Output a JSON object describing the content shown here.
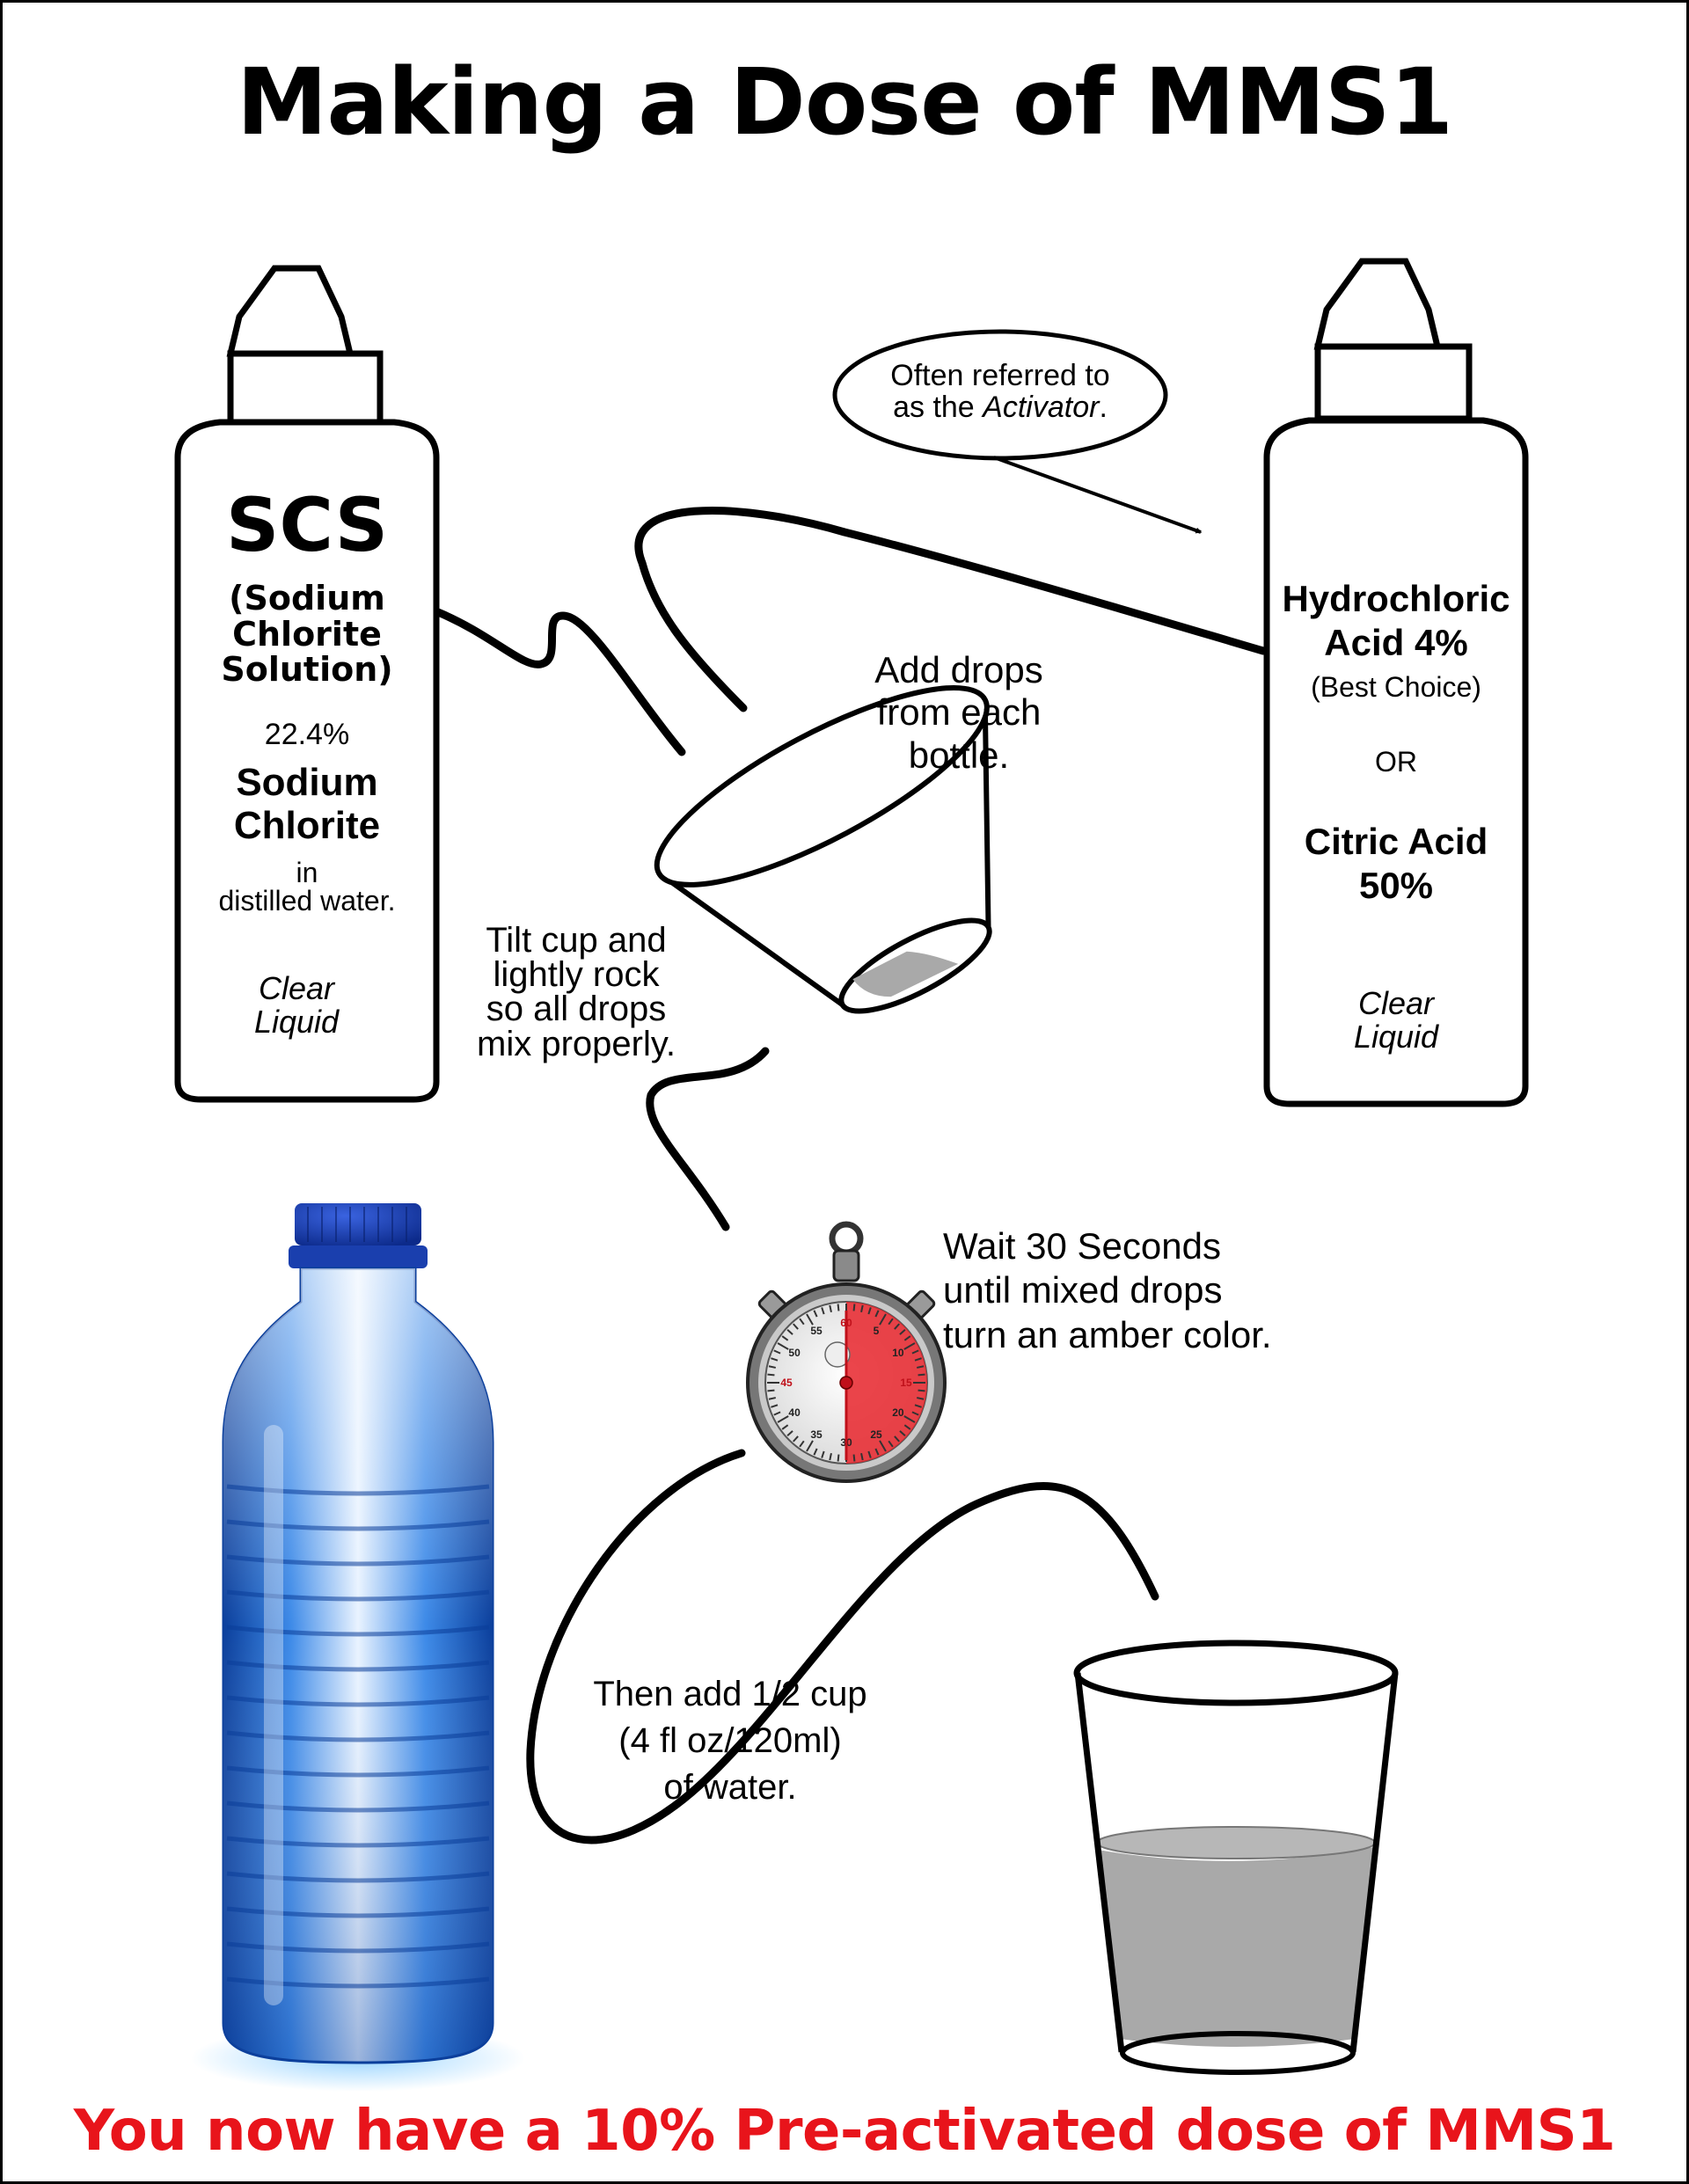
{
  "title": "Making a Dose of MMS1",
  "left_bottle": {
    "acronym": "SCS",
    "name": "(Sodium Chlorite Solution)",
    "name_line1": "(Sodium",
    "name_line2": "Chlorite",
    "name_line3": "Solution)",
    "concentration": "22.4%",
    "compound_line1": "Sodium",
    "compound_line2": "Chlorite",
    "solvent_line1": "in",
    "solvent_line2": "distilled water.",
    "appearance_line1": "Clear",
    "appearance_line2": "Liquid"
  },
  "right_bottle": {
    "option1_line1": "Hydrochloric",
    "option1_line2": "Acid 4%",
    "option1_note": "(Best Choice)",
    "separator": "OR",
    "option2_line1": "Citric Acid",
    "option2_line2": "50%",
    "appearance_line1": "Clear",
    "appearance_line2": "Liquid"
  },
  "callout": {
    "line1": "Often referred to",
    "line2_prefix": "as the ",
    "line2_italic": "Activator",
    "line2_suffix": "."
  },
  "steps": {
    "add_drops_line1": "Add drops",
    "add_drops_line2": "from each",
    "add_drops_line3": "bottle.",
    "tilt_line1": "Tilt cup and",
    "tilt_line2": "lightly rock",
    "tilt_line3": "so all drops",
    "tilt_line4": "mix properly.",
    "wait_line1": "Wait 30 Seconds",
    "wait_line2": "until mixed drops",
    "wait_line3": "turn an amber color.",
    "water_line1": "Then add 1/2 cup",
    "water_line2": "(4 fl oz/120ml)",
    "water_line3": "of water."
  },
  "stopwatch": {
    "dial_labels": [
      "60",
      "5",
      "10",
      "15",
      "20",
      "25",
      "30",
      "35",
      "40",
      "45",
      "50",
      "55"
    ],
    "elapsed_seconds": 30
  },
  "footer": "You now have a 10% Pre-activated dose of MMS1",
  "colors": {
    "footer_text": "#e8141b",
    "stopwatch_fill": "#e8252b",
    "water_bottle": "#1f6fd6",
    "liquid_gray": "#a9a9a9"
  }
}
